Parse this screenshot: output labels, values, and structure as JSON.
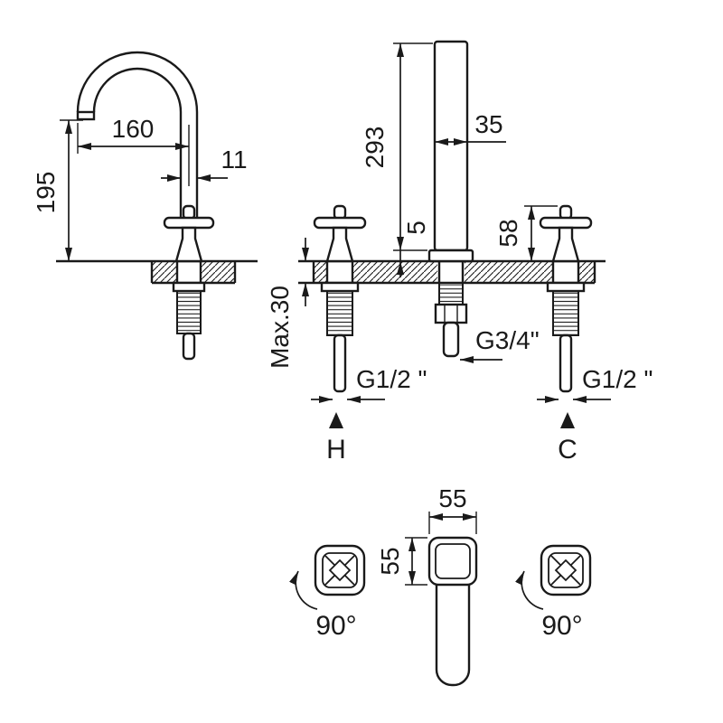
{
  "drawing": {
    "kind": "faucet-installation-diagram",
    "line_color": "#1a1a1a",
    "background": "#ffffff"
  },
  "side_view": {
    "spout_reach": "160",
    "spout_tube_width": "11",
    "spout_height": "195"
  },
  "front_view": {
    "spout_total_height": "293",
    "spout_body_width": "35",
    "base_height": "5",
    "handle_height": "58",
    "deck_thickness": "Max.30",
    "spout_thread": "G3/4\"",
    "hot_thread": "G1/2 \"",
    "cold_thread": "G1/2 \"",
    "hot_label": "H",
    "cold_label": "C"
  },
  "top_view": {
    "spout_head_width": "55",
    "spout_head_depth": "55",
    "handle_rotation_left": "90°",
    "handle_rotation_right": "90°"
  }
}
